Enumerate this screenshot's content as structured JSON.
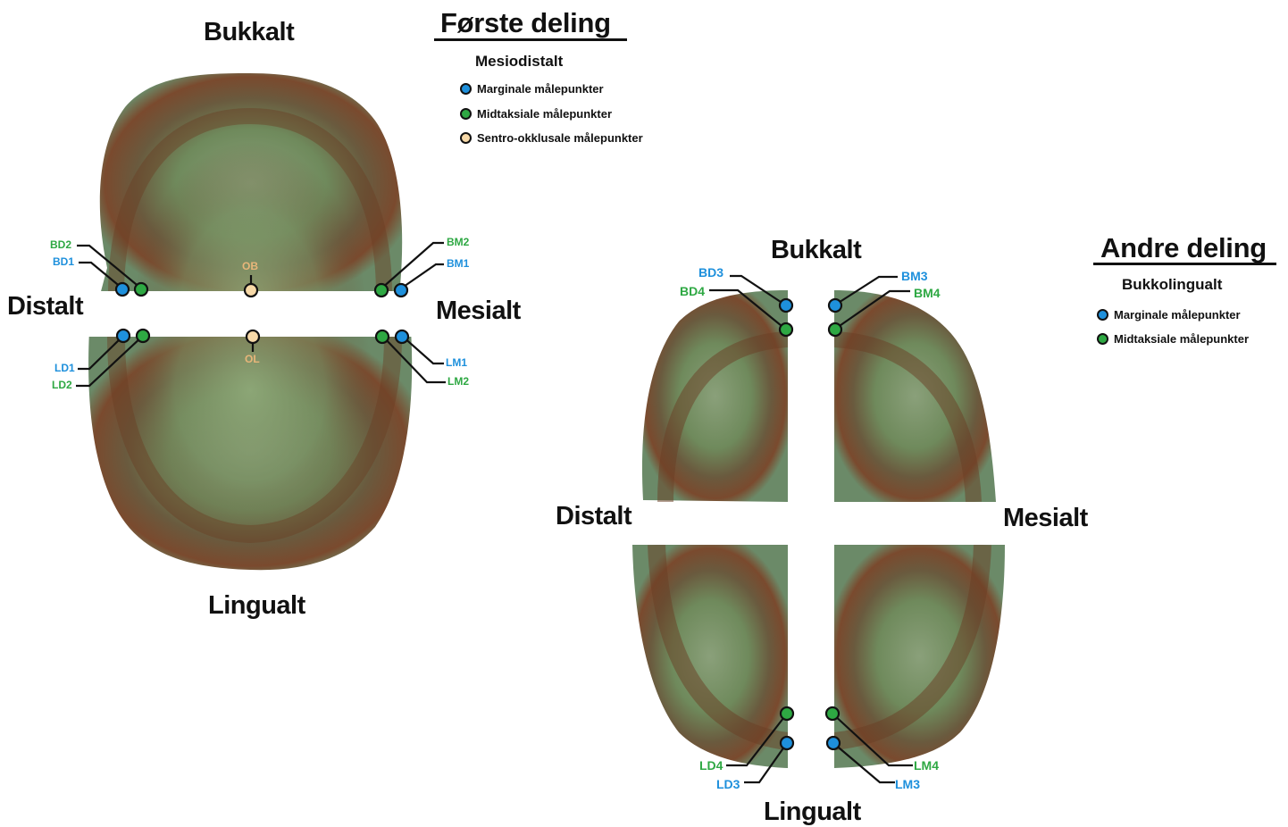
{
  "colors": {
    "marginal": "#1e90dc",
    "midtaksial": "#2ea843",
    "sentro": "#f7d9a8",
    "marginal_text": "#1e90dc",
    "midtaksial_text": "#2ea843",
    "sentro_text": "#e8b67a"
  },
  "left": {
    "title": "Første deling",
    "subtitle": "Mesiodistalt",
    "legend": [
      {
        "label": "Marginale målepunkter",
        "color_key": "marginal"
      },
      {
        "label": "Midtaksiale målepunkter",
        "color_key": "midtaksial"
      },
      {
        "label": "Sentro-okklusale målepunkter",
        "color_key": "sentro"
      }
    ],
    "buccal": "Bukkalt",
    "lingual": "Lingualt",
    "distal": "Distalt",
    "mesial": "Mesialt",
    "points": {
      "BD2": "BD2",
      "BD1": "BD1",
      "OB": "OB",
      "BM2": "BM2",
      "BM1": "BM1",
      "LD1": "LD1",
      "LD2": "LD2",
      "OL": "OL",
      "LM1": "LM1",
      "LM2": "LM2"
    }
  },
  "right": {
    "title": "Andre deling",
    "subtitle": "Bukkolingualt",
    "legend": [
      {
        "label": "Marginale målepunkter",
        "color_key": "marginal"
      },
      {
        "label": "Midtaksiale målepunkter",
        "color_key": "midtaksial"
      }
    ],
    "buccal": "Bukkalt",
    "lingual": "Lingualt",
    "distal": "Distalt",
    "mesial": "Mesialt",
    "points": {
      "BD3": "BD3",
      "BD4": "BD4",
      "BM3": "BM3",
      "BM4": "BM4",
      "LD4": "LD4",
      "LD3": "LD3",
      "LM4": "LM4",
      "LM3": "LM3"
    }
  }
}
